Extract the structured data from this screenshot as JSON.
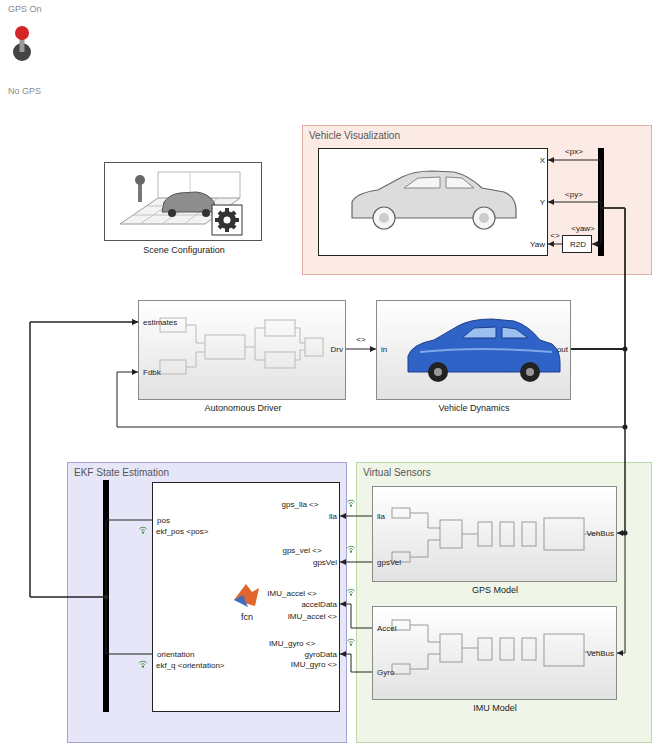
{
  "diagram": {
    "nodes": [
      {
        "text": [
          "Scene Configuration"
        ]
      },
      {
        "text": [
          "Vehicle Visualization"
        ]
      },
      {
        "text": [
          "X",
          "Y",
          "Yaw"
        ],
        "in": 1
      },
      {
        "text": [
          "R2D"
        ],
        "in": 1
      },
      {
        "text": [
          "estimates",
          "Fdbk",
          "Drv",
          "Autonomous Driver"
        ]
      },
      {
        "text": [
          "in",
          "out",
          "Vehicle Dynamics"
        ]
      },
      {
        "text": [
          "EKF State Estimation"
        ]
      },
      {
        "text": [
          "lla",
          "gpsVel",
          "accelData",
          "gyroData",
          "fcn",
          "pos",
          "orientation"
        ],
        "in": 6
      },
      {
        "text": [
          "Virtual Sensors"
        ]
      },
      {
        "text": [
          "lla",
          "gpsVel",
          "VehBus",
          "GPS Model"
        ],
        "in": 8
      },
      {
        "text": [
          "Accel",
          "Gyro",
          "VehBus",
          "IMU Model"
        ],
        "in": 8
      }
    ],
    "edges": [
      {
        "from": 4,
        "to": 5,
        "arrow": "to",
        "label": "<>"
      },
      {
        "from": 5,
        "to": 2,
        "arrow": "to",
        "label": "<px>"
      },
      {
        "from": 5,
        "to": 2,
        "arrow": "to",
        "label": "<py>"
      },
      {
        "from": 5,
        "to": 3,
        "arrow": "to",
        "label": "<yaw>"
      },
      {
        "from": 3,
        "to": 2,
        "arrow": "to",
        "label": "<>"
      },
      {
        "from": 5,
        "to": 4,
        "arrow": "to"
      },
      {
        "from": 5,
        "to": 9,
        "arrow": "to"
      },
      {
        "from": 5,
        "to": 10,
        "arrow": "to"
      },
      {
        "from": 9,
        "to": 7,
        "arrow": "to",
        "label": "gps_lla <>"
      },
      {
        "from": 9,
        "to": 7,
        "arrow": "to",
        "label": "gps_vel <>"
      },
      {
        "from": 10,
        "to": 7,
        "arrow": "to",
        "label": "IMU_accel <>"
      },
      {
        "from": 10,
        "to": 7,
        "arrow": "to",
        "label": "IMU_gyro <>"
      },
      {
        "from": 7,
        "to": 4,
        "arrow": "to",
        "label": "ekf_pos <pos>"
      },
      {
        "from": 7,
        "to": 4,
        "arrow": "to",
        "label": "ekf_q <orientation>"
      }
    ],
    "labels": [
      "GPS On",
      "No GPS",
      "IMU_accel <>",
      "IMU_gyro <>"
    ]
  }
}
